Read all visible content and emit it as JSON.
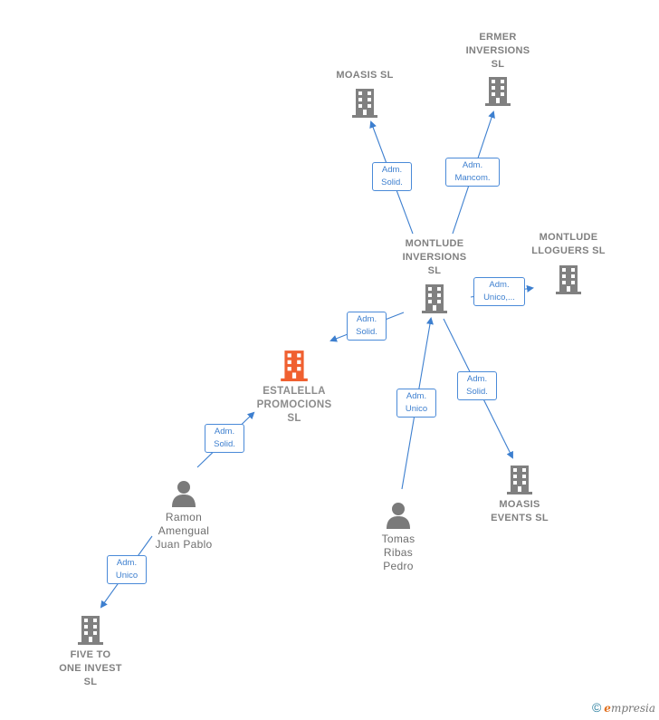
{
  "nodes": {
    "moasis": {
      "name": "MOASIS  SL",
      "kind": "company"
    },
    "ermer": {
      "name": "ERMER\nINVERSIONS\nSL",
      "kind": "company"
    },
    "montlude_inv": {
      "name": "MONTLUDE\nINVERSIONS\nSL",
      "kind": "company"
    },
    "montlude_llo": {
      "name": "MONTLUDE\nLLOGUERS  SL",
      "kind": "company"
    },
    "estalella": {
      "name": "ESTALELLA\nPROMOCIONS\nSL",
      "kind": "company-focus"
    },
    "moasis_events": {
      "name": "MOASIS\nEVENTS  SL",
      "kind": "company"
    },
    "ramon": {
      "name": "Ramon\nAmengual\nJuan Pablo",
      "kind": "person"
    },
    "tomas": {
      "name": "Tomas\nRibas\nPedro",
      "kind": "person"
    },
    "five": {
      "name": "FIVE TO\nONE INVEST\nSL",
      "kind": "company"
    }
  },
  "edges": {
    "e1": {
      "line1": "Adm.",
      "line2": "Solid."
    },
    "e2": {
      "line1": "Adm.",
      "line2": "Mancom."
    },
    "e3": {
      "line1": "Adm.",
      "line2": "Unico,..."
    },
    "e4": {
      "line1": "Adm.",
      "line2": "Solid."
    },
    "e5": {
      "line1": "Adm.",
      "line2": "Unico"
    },
    "e6": {
      "line1": "Adm.",
      "line2": "Solid."
    },
    "e7": {
      "line1": "Adm.",
      "line2": "Solid."
    },
    "e8": {
      "line1": "Adm.",
      "line2": "Unico"
    }
  },
  "colors": {
    "edge": "#3d7fcf",
    "building": "#808080",
    "focus": "#f06030",
    "person": "#7a7a7a"
  },
  "brand": {
    "copy": "©",
    "e": "e",
    "rest": "mpresia"
  }
}
